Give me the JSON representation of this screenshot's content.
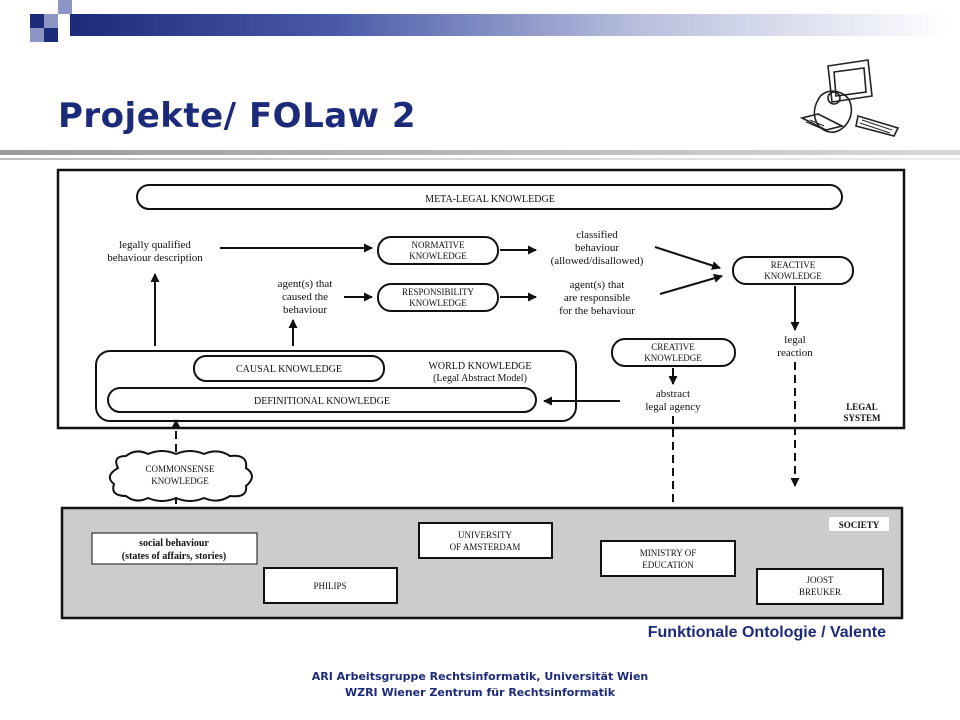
{
  "slide": {
    "title": "Projekte/ FOLaw 2",
    "caption": "Funktionale Ontologie / Valente",
    "footer_line1": "ARI  Arbeitsgruppe Rechtsinformatik, Universität Wien",
    "footer_line2": "WZRI  Wiener Zentrum für Rechtsinformatik"
  },
  "diagram": {
    "meta_legal": "META-LEGAL KNOWLEDGE",
    "legally_qualified": [
      "legally qualified",
      "behaviour description"
    ],
    "normative": [
      "NORMATIVE",
      "KNOWLEDGE"
    ],
    "classified": [
      "classified",
      "behaviour",
      "(allowed/disallowed)"
    ],
    "agents_caused": [
      "agent(s) that",
      "caused the",
      "behaviour"
    ],
    "responsibility": [
      "RESPONSIBILITY",
      "KNOWLEDGE"
    ],
    "agents_responsible": [
      "agent(s) that",
      "are responsible",
      "for the behaviour"
    ],
    "reactive": [
      "REACTIVE",
      "KNOWLEDGE"
    ],
    "legal_reaction": [
      "legal",
      "reaction"
    ],
    "creative": [
      "CREATIVE",
      "KNOWLEDGE"
    ],
    "causal": "CAUSAL KNOWLEDGE",
    "world": [
      "WORLD KNOWLEDGE",
      "(Legal Abstract Model)"
    ],
    "definitional": "DEFINITIONAL KNOWLEDGE",
    "abstract_agency": [
      "abstract",
      "legal agency"
    ],
    "legal_system": [
      "LEGAL",
      "SYSTEM"
    ],
    "commonsense": [
      "COMMONSENSE",
      "KNOWLEDGE"
    ],
    "society": "SOCIETY",
    "social_behaviour": [
      "social behaviour",
      "(states of affairs, stories)"
    ],
    "uva": [
      "UNIVERSITY",
      "OF AMSTERDAM"
    ],
    "philips": "PHILIPS",
    "ministry": [
      "MINISTRY OF",
      "EDUCATION"
    ],
    "breuker": [
      "JOOST",
      "BREUKER"
    ]
  },
  "colors": {
    "title": "#1c2a7a",
    "society_fill": "#cccccc"
  },
  "logo_icon": "penguin-at-computer-icon"
}
